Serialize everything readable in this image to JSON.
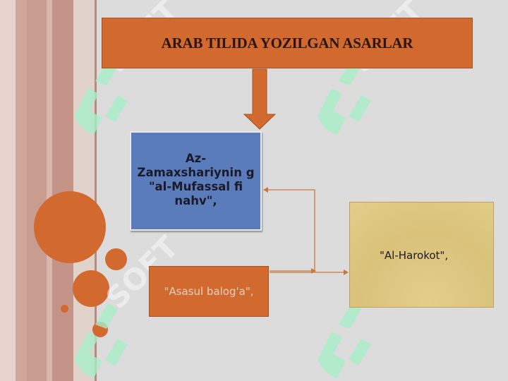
{
  "title": "ARAB TILIDA YOZILGAN ASARLAR",
  "nodes": {
    "blue": "Az-Zamaxshariynin g \"al-Mufassal fi nahv\",",
    "orange": "\"Asasul balog'a\",",
    "yellow": "\"Al-Harokot\","
  },
  "watermark": "SOFT",
  "colors": {
    "orange": "#d2692e",
    "blue": "#5b7cba",
    "yellow": "#d9c27a",
    "background": "#dcdcdc",
    "watermark": "#a8eec8"
  },
  "icons": [
    "down-arrow-icon",
    "connector-arrows",
    "decorative-circles",
    "watermark-logo"
  ]
}
